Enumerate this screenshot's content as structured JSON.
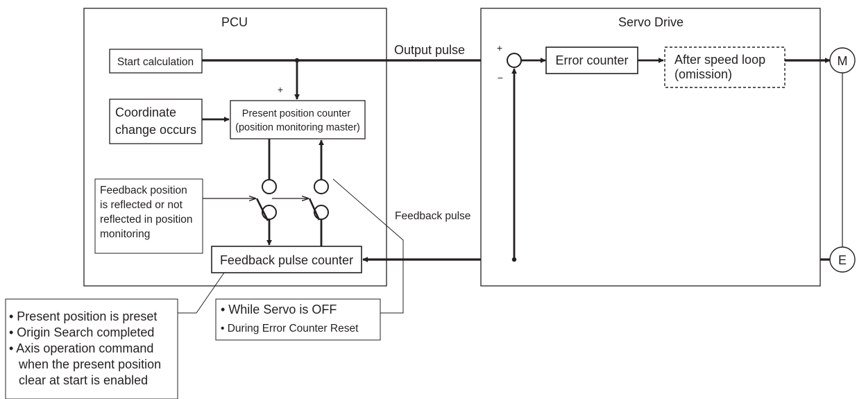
{
  "pcu": {
    "title": "PCU",
    "start_calculation": "Start calculation",
    "coordinate_change": [
      "Coordinate",
      "change occurs"
    ],
    "present_position_counter": [
      "Present position counter",
      "(position monitoring master)"
    ],
    "feedback_note": [
      "Feedback position",
      "is reflected or not",
      "reflected in position",
      "monitoring"
    ],
    "feedback_pulse_counter": "Feedback pulse counter",
    "plus_sign": "+"
  },
  "servo": {
    "title": "Servo Drive",
    "plus_sign": "+",
    "minus_sign": "−",
    "error_counter": "Error counter",
    "after_speed_loop": [
      "After speed loop",
      "(omission)"
    ],
    "motor_label": "M",
    "encoder_label": "E"
  },
  "signals": {
    "output_pulse": "Output pulse",
    "feedback_pulse": "Feedback pulse"
  },
  "notes": {
    "left": [
      "• Present position is preset",
      "• Origin Search completed",
      "• Axis operation command",
      "when the present position",
      "clear at start is enabled"
    ],
    "middle": [
      "• While Servo is OFF",
      "• During Error Counter Reset"
    ]
  }
}
